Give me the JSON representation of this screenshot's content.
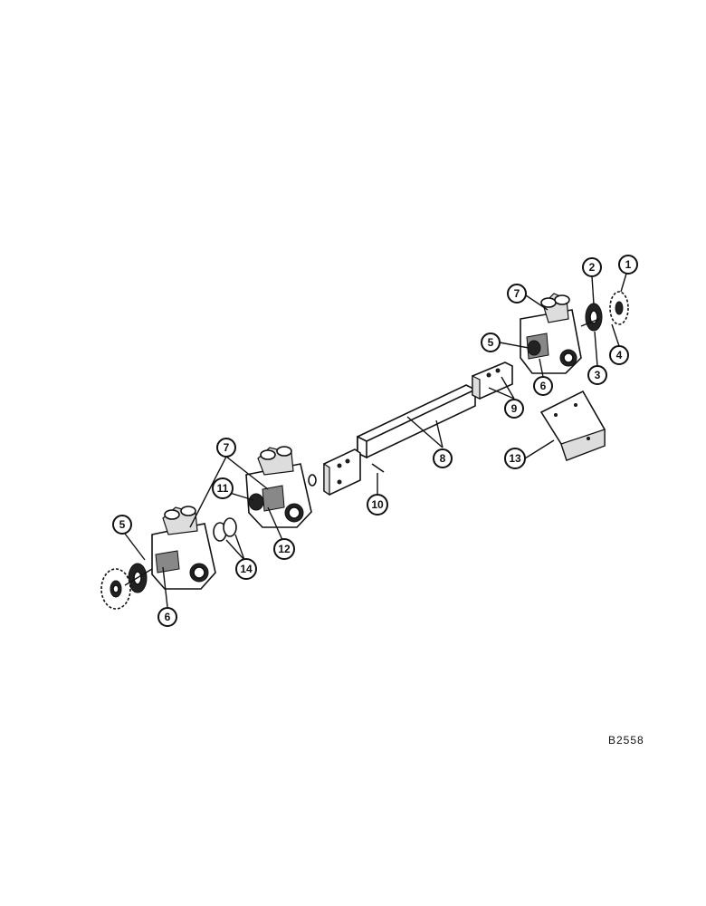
{
  "figure_code": "B2558",
  "callouts": [
    "1",
    "2",
    "3",
    "4",
    "5",
    "6",
    "7",
    "8",
    "9",
    "10",
    "11",
    "12",
    "13",
    "14"
  ]
}
